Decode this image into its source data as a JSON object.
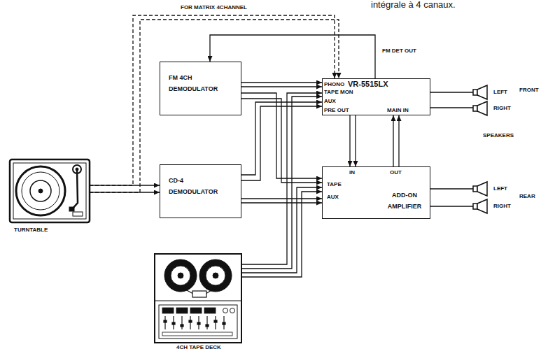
{
  "diagram": {
    "nodes": [
      {
        "text": [
          "FM 4CH DEMODULATOR"
        ]
      },
      {
        "text": [
          "VR-5515LX",
          "PHONO",
          "TAPE MON",
          "AUX",
          "PRE OUT",
          "MAIN IN"
        ]
      },
      {
        "text": [
          "LEFT"
        ]
      },
      {
        "text": [
          "RIGHT"
        ]
      },
      {
        "text": [
          "TURNTABLE"
        ]
      },
      {
        "text": [
          "CD-4 DEMODULATOR"
        ]
      },
      {
        "text": [
          "ADD-ON AMPLIFIER",
          "TAPE",
          "AUX",
          "IN",
          "OUT"
        ]
      },
      {
        "text": [
          "LEFT"
        ]
      },
      {
        "text": [
          "RIGHT"
        ]
      },
      {
        "text": [
          "4CH TAPE DECK"
        ]
      }
    ],
    "edges": [
      {
        "from": 1,
        "to": 0,
        "arrow": "to"
      },
      {
        "from": 0,
        "to": 1,
        "arrow": "to"
      },
      {
        "from": 0,
        "to": 1,
        "arrow": "to"
      },
      {
        "from": 0,
        "to": 6,
        "arrow": "to"
      },
      {
        "from": 0,
        "to": 6,
        "arrow": "to"
      },
      {
        "from": 4,
        "to": 5,
        "arrow": "to"
      },
      {
        "from": 4,
        "to": 5,
        "arrow": "to"
      },
      {
        "from": 4,
        "to": 1,
        "arrow": "to"
      },
      {
        "from": 4,
        "to": 1,
        "arrow": "to"
      },
      {
        "from": 5,
        "to": 1,
        "arrow": "to"
      },
      {
        "from": 5,
        "to": 1,
        "arrow": "to"
      },
      {
        "from": 5,
        "to": 6,
        "arrow": "to"
      },
      {
        "from": 5,
        "to": 6,
        "arrow": "to"
      },
      {
        "from": 9,
        "to": 1,
        "arrow": "to"
      },
      {
        "from": 9,
        "to": 1,
        "arrow": "to"
      },
      {
        "from": 9,
        "to": 6,
        "arrow": "to"
      },
      {
        "from": 9,
        "to": 6,
        "arrow": "to"
      },
      {
        "from": 1,
        "to": 6,
        "arrow": "to"
      },
      {
        "from": 1,
        "to": 6,
        "arrow": "to"
      },
      {
        "from": 6,
        "to": 1,
        "arrow": "to"
      },
      {
        "from": 6,
        "to": 1,
        "arrow": "to"
      },
      {
        "from": 1,
        "to": 2,
        "arrow": "none"
      },
      {
        "from": 1,
        "to": 3,
        "arrow": "none"
      },
      {
        "from": 6,
        "to": 7,
        "arrow": "none"
      },
      {
        "from": 6,
        "to": 8,
        "arrow": "none"
      }
    ],
    "labels": [
      "intégrale à 4 canaux.",
      "FOR MATRIX 4CHANNEL",
      "FM DET OUT",
      "FRONT",
      "SPEAKERS",
      "REAR"
    ]
  }
}
